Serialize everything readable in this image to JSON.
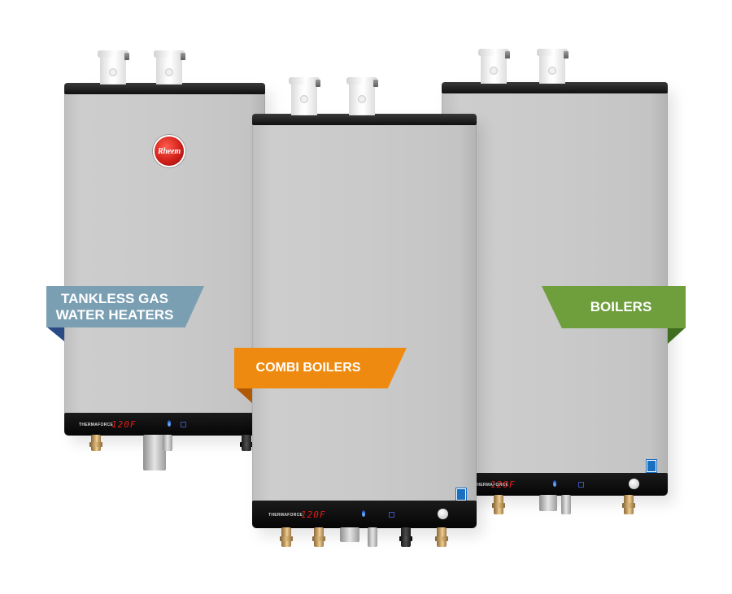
{
  "products": [
    {
      "id": "tankless",
      "label_line1": "TANKLESS GAS",
      "label_line2": "WATER HEATERS",
      "color": "#7a9fb3",
      "fold_color": "#2a4a86",
      "display": "120F",
      "brand": "THERMAFORCE",
      "logo": "Rheem"
    },
    {
      "id": "combi",
      "label": "COMBI BOILERS",
      "color": "#ee8a10",
      "fold_color": "#b05a05",
      "display": "120F",
      "brand": "THERMAFORCE"
    },
    {
      "id": "boilers",
      "label": "BOILERS",
      "color": "#6f9e3d",
      "fold_color": "#3f6e1e",
      "display": "120F",
      "brand": "THERMAFORCE"
    }
  ],
  "icons": [
    "flame-icon",
    "rheem-logo",
    "energy-star-icon"
  ]
}
